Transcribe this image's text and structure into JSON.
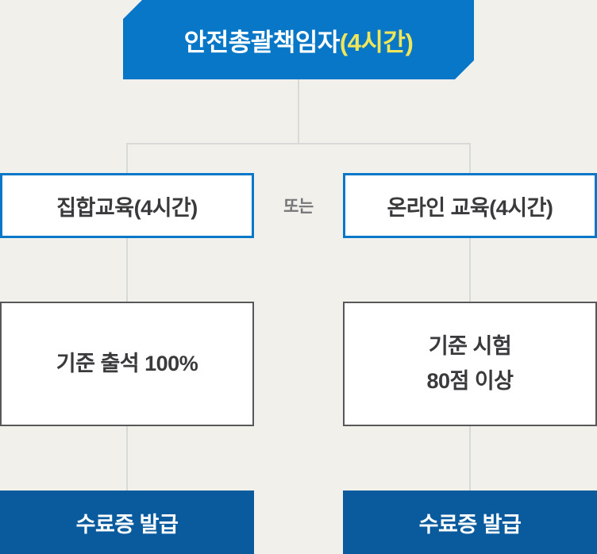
{
  "colors": {
    "background": "#F2F0EB",
    "primary_blue": "#0877C7",
    "dark_blue": "#0A5B9D",
    "accent_yellow": "#F0E65A",
    "criteria_border_gray": "#57585A",
    "connector_line_gray": "#D9D9D9",
    "text_dark": "#3A3A3C",
    "or_text_gray": "#75767A"
  },
  "root_node": {
    "title": "안전총괄책임자",
    "hours": "(4시간)"
  },
  "or_label": "또는",
  "left_branch": {
    "method": "집합교육(4시간)",
    "criteria": "기준 출석 100%",
    "result": "수료증 발급"
  },
  "right_branch": {
    "method": "온라인 교육(4시간)",
    "criteria_line1": "기준 시험",
    "criteria_line2": "80점 이상",
    "result": "수료증 발급"
  }
}
